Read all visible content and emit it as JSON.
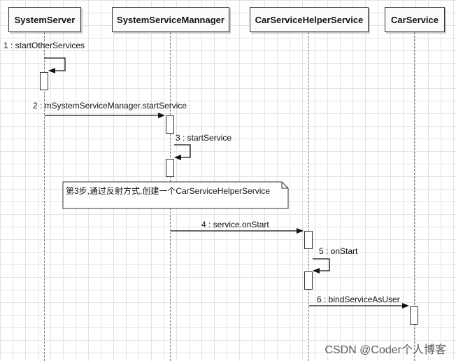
{
  "participants": {
    "system_server": "SystemServer",
    "system_service_manager": "SystemServiceMannager",
    "car_service_helper_service": "CarServiceHelperService",
    "car_service": "CarService"
  },
  "messages": {
    "m1": "1 : startOtherServices",
    "m2": "2 : mSystemServiceManager.startService",
    "m3": "3 : startService",
    "m4": "4 : service.onStart",
    "m5": "5 : onStart",
    "m6": "6 : bindServiceAsUser"
  },
  "note": {
    "text": "第3步,通过反射方式,创建一个CarServiceHelperService"
  },
  "watermark": {
    "text": "CSDN @Coder个人博客"
  }
}
